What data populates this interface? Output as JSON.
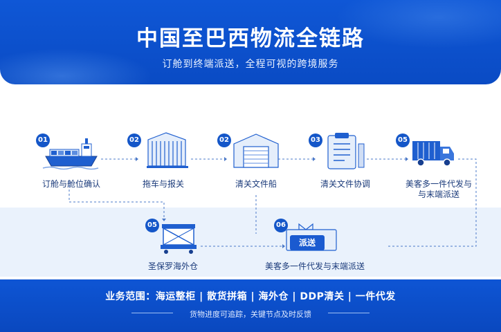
{
  "header": {
    "title": "中国至巴西物流全链路",
    "subtitle": "订舱到终端派送，全程可视的跨境服务"
  },
  "steps": [
    {
      "num": "01",
      "label": "订舱与舱位确认",
      "icon": "cargo-ship-icon"
    },
    {
      "num": "02",
      "label": "拖车与报关",
      "icon": "container-icon"
    },
    {
      "num": "02",
      "label": "清关文件船",
      "icon": "warehouse-icon"
    },
    {
      "num": "03",
      "label": "清关文件协调",
      "icon": "clipboard-icon"
    },
    {
      "num": "05",
      "label_line1": "美客多一件代发与",
      "label_line2": "与末端派送",
      "icon": "delivery-truck-icon"
    },
    {
      "num": "05",
      "label": "圣保罗海外仓",
      "icon": "cart-container-icon"
    },
    {
      "num": "06",
      "label": "美客多一件代发与末端派送",
      "icon": "parcel-icon",
      "tag": "派送"
    }
  ],
  "footer": {
    "scope": "业务范围：海运整柜 | 散货拼箱 | 海外仓 | DDP清关 | 一件代发",
    "note": "货物进度可追踪，关键节点及时反馈"
  },
  "colors": {
    "primary": "#0f57d6",
    "dark": "#1a3a7a",
    "band": "#eaf2fc",
    "line": "#4a78c8"
  }
}
